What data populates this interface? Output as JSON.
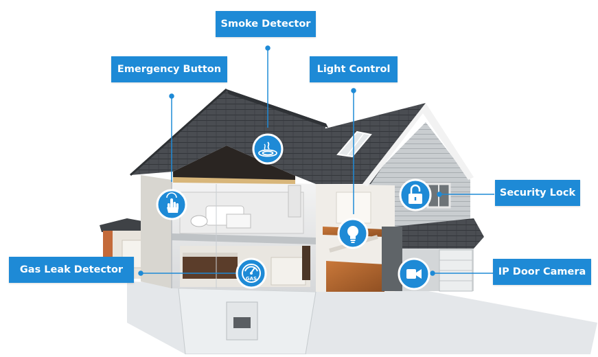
{
  "labels": {
    "smoke_detector": "Smoke Detector",
    "emergency_button": "Emergency Button",
    "light_control": "Light Control",
    "security_lock": "Security Lock",
    "gas_leak_detector": "Gas Leak Detector",
    "ip_door_camera": "IP Door Camera"
  },
  "icons": {
    "smoke_detector": "smoke-detector-icon",
    "emergency_button": "hand-press-icon",
    "light_control": "light-bulb-icon",
    "security_lock": "unlocked-padlock-icon",
    "gas_leak_detector": "gas-gauge-icon",
    "ip_door_camera": "video-camera-icon"
  },
  "gas_icon_text": "GAS",
  "colors": {
    "accent": "#1e8ad6",
    "roof": "#4a4d52",
    "siding": "#c9cdd0",
    "floor": "#b0652e",
    "ground": "#dfe3e6"
  }
}
